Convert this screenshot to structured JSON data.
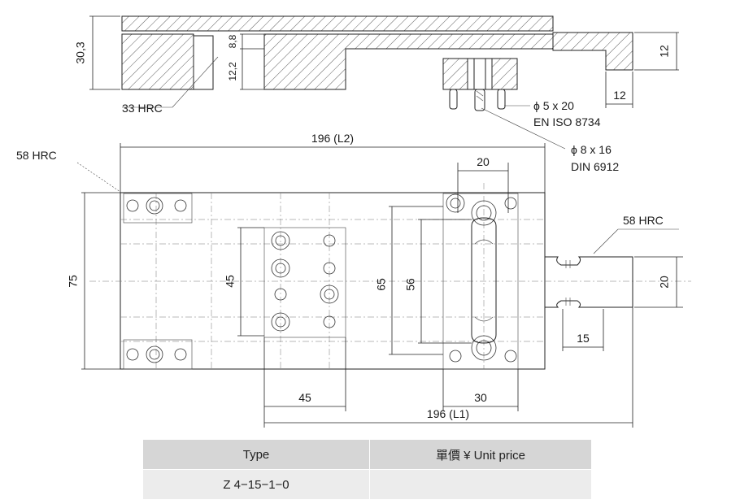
{
  "drawing": {
    "dims": {
      "height_30_3": "30,3",
      "gap_8_8": "8,8",
      "gap_12_2": "12,2",
      "hardness_33": "33 HRC",
      "pin_5": "ϕ 5 x  20",
      "pin_5_std": "EN ISO 8734",
      "screw_8": "ϕ  8 x 16",
      "screw_8_std": "DIN 6912",
      "right_12_v": "12",
      "right_12_h": "12",
      "top_196_l2": "196 (L2)",
      "hardness_58_left": "58 HRC",
      "width_20": "20",
      "hardness_58_right": "58 HRC",
      "height_75": "75",
      "height_45": "45",
      "height_65": "65",
      "height_56": "56",
      "right_20": "20",
      "right_15": "15",
      "bottom_45": "45",
      "bottom_30": "30",
      "bottom_196_l1": "196 (L1)"
    }
  },
  "table": {
    "header": {
      "type": "Type",
      "price": "單價 ¥ Unit price"
    },
    "rows": [
      {
        "type": "Z 4−15−1−0",
        "price": ""
      }
    ]
  }
}
